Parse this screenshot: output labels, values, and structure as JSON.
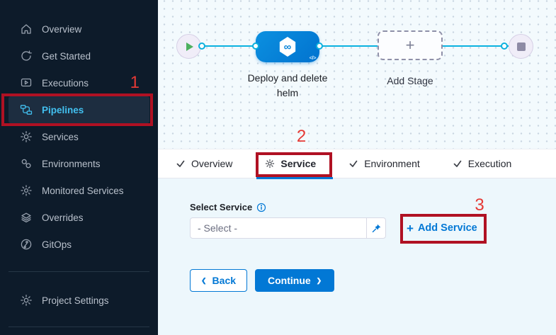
{
  "sidebar": {
    "items": [
      {
        "label": "Overview"
      },
      {
        "label": "Get Started"
      },
      {
        "label": "Executions"
      },
      {
        "label": "Pipelines",
        "active": true
      },
      {
        "label": "Services"
      },
      {
        "label": "Environments"
      },
      {
        "label": "Monitored Services"
      },
      {
        "label": "Overrides"
      },
      {
        "label": "GitOps"
      }
    ],
    "settings_item": {
      "label": "Project Settings"
    }
  },
  "canvas": {
    "stage_name": "Deploy and delete helm",
    "add_stage_label": "Add Stage"
  },
  "tabs": {
    "overview": "Overview",
    "service": "Service",
    "environment": "Environment",
    "execution": "Execution"
  },
  "form": {
    "select_service_label": "Select Service",
    "select_value": "- Select -",
    "add_service_label": "Add Service",
    "back_label": "Back",
    "continue_label": "Continue"
  },
  "icons": {
    "plus": "+",
    "infinity": "∞",
    "code": "</>",
    "back_chevron": "❮",
    "forward_chevron": "❯"
  },
  "annotations": {
    "step1": "1",
    "step2": "2",
    "step3": "3"
  },
  "colors": {
    "accent_blue": "#0278d5",
    "connector_cyan": "#00ade4",
    "annotation_box_red": "#b01123",
    "annotation_number_red": "#e53935",
    "sidebar_bg": "#0d1b2a",
    "sidebar_active_text": "#42c0f0",
    "canvas_bg": "#f3fafd",
    "form_bg": "#edf7fc",
    "stage_node_blue": "#0280d8",
    "green_play": "#4db05f"
  }
}
